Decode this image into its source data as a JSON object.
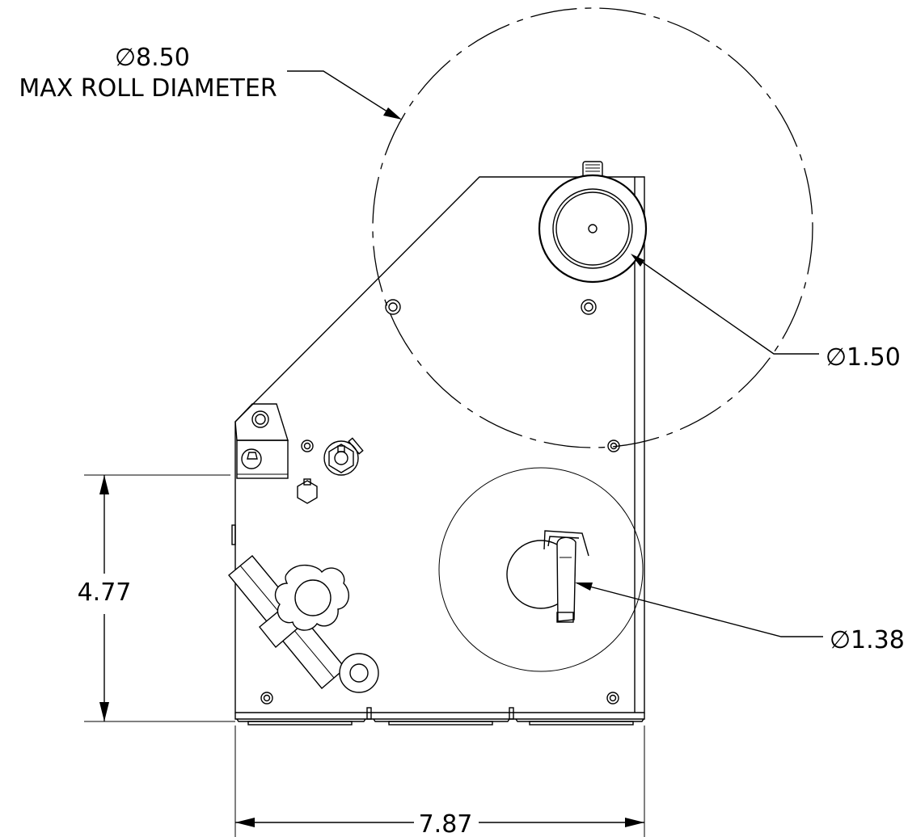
{
  "dimensions": {
    "max_roll": {
      "symbol": "∅",
      "value": "8.50",
      "caption": "MAX ROLL DIAMETER"
    },
    "hub_diameter": {
      "symbol": "∅",
      "value": "1.50"
    },
    "core_diameter": {
      "symbol": "∅",
      "value": "1.38"
    },
    "height": {
      "value": "4.77"
    },
    "width": {
      "value": "7.87"
    }
  }
}
